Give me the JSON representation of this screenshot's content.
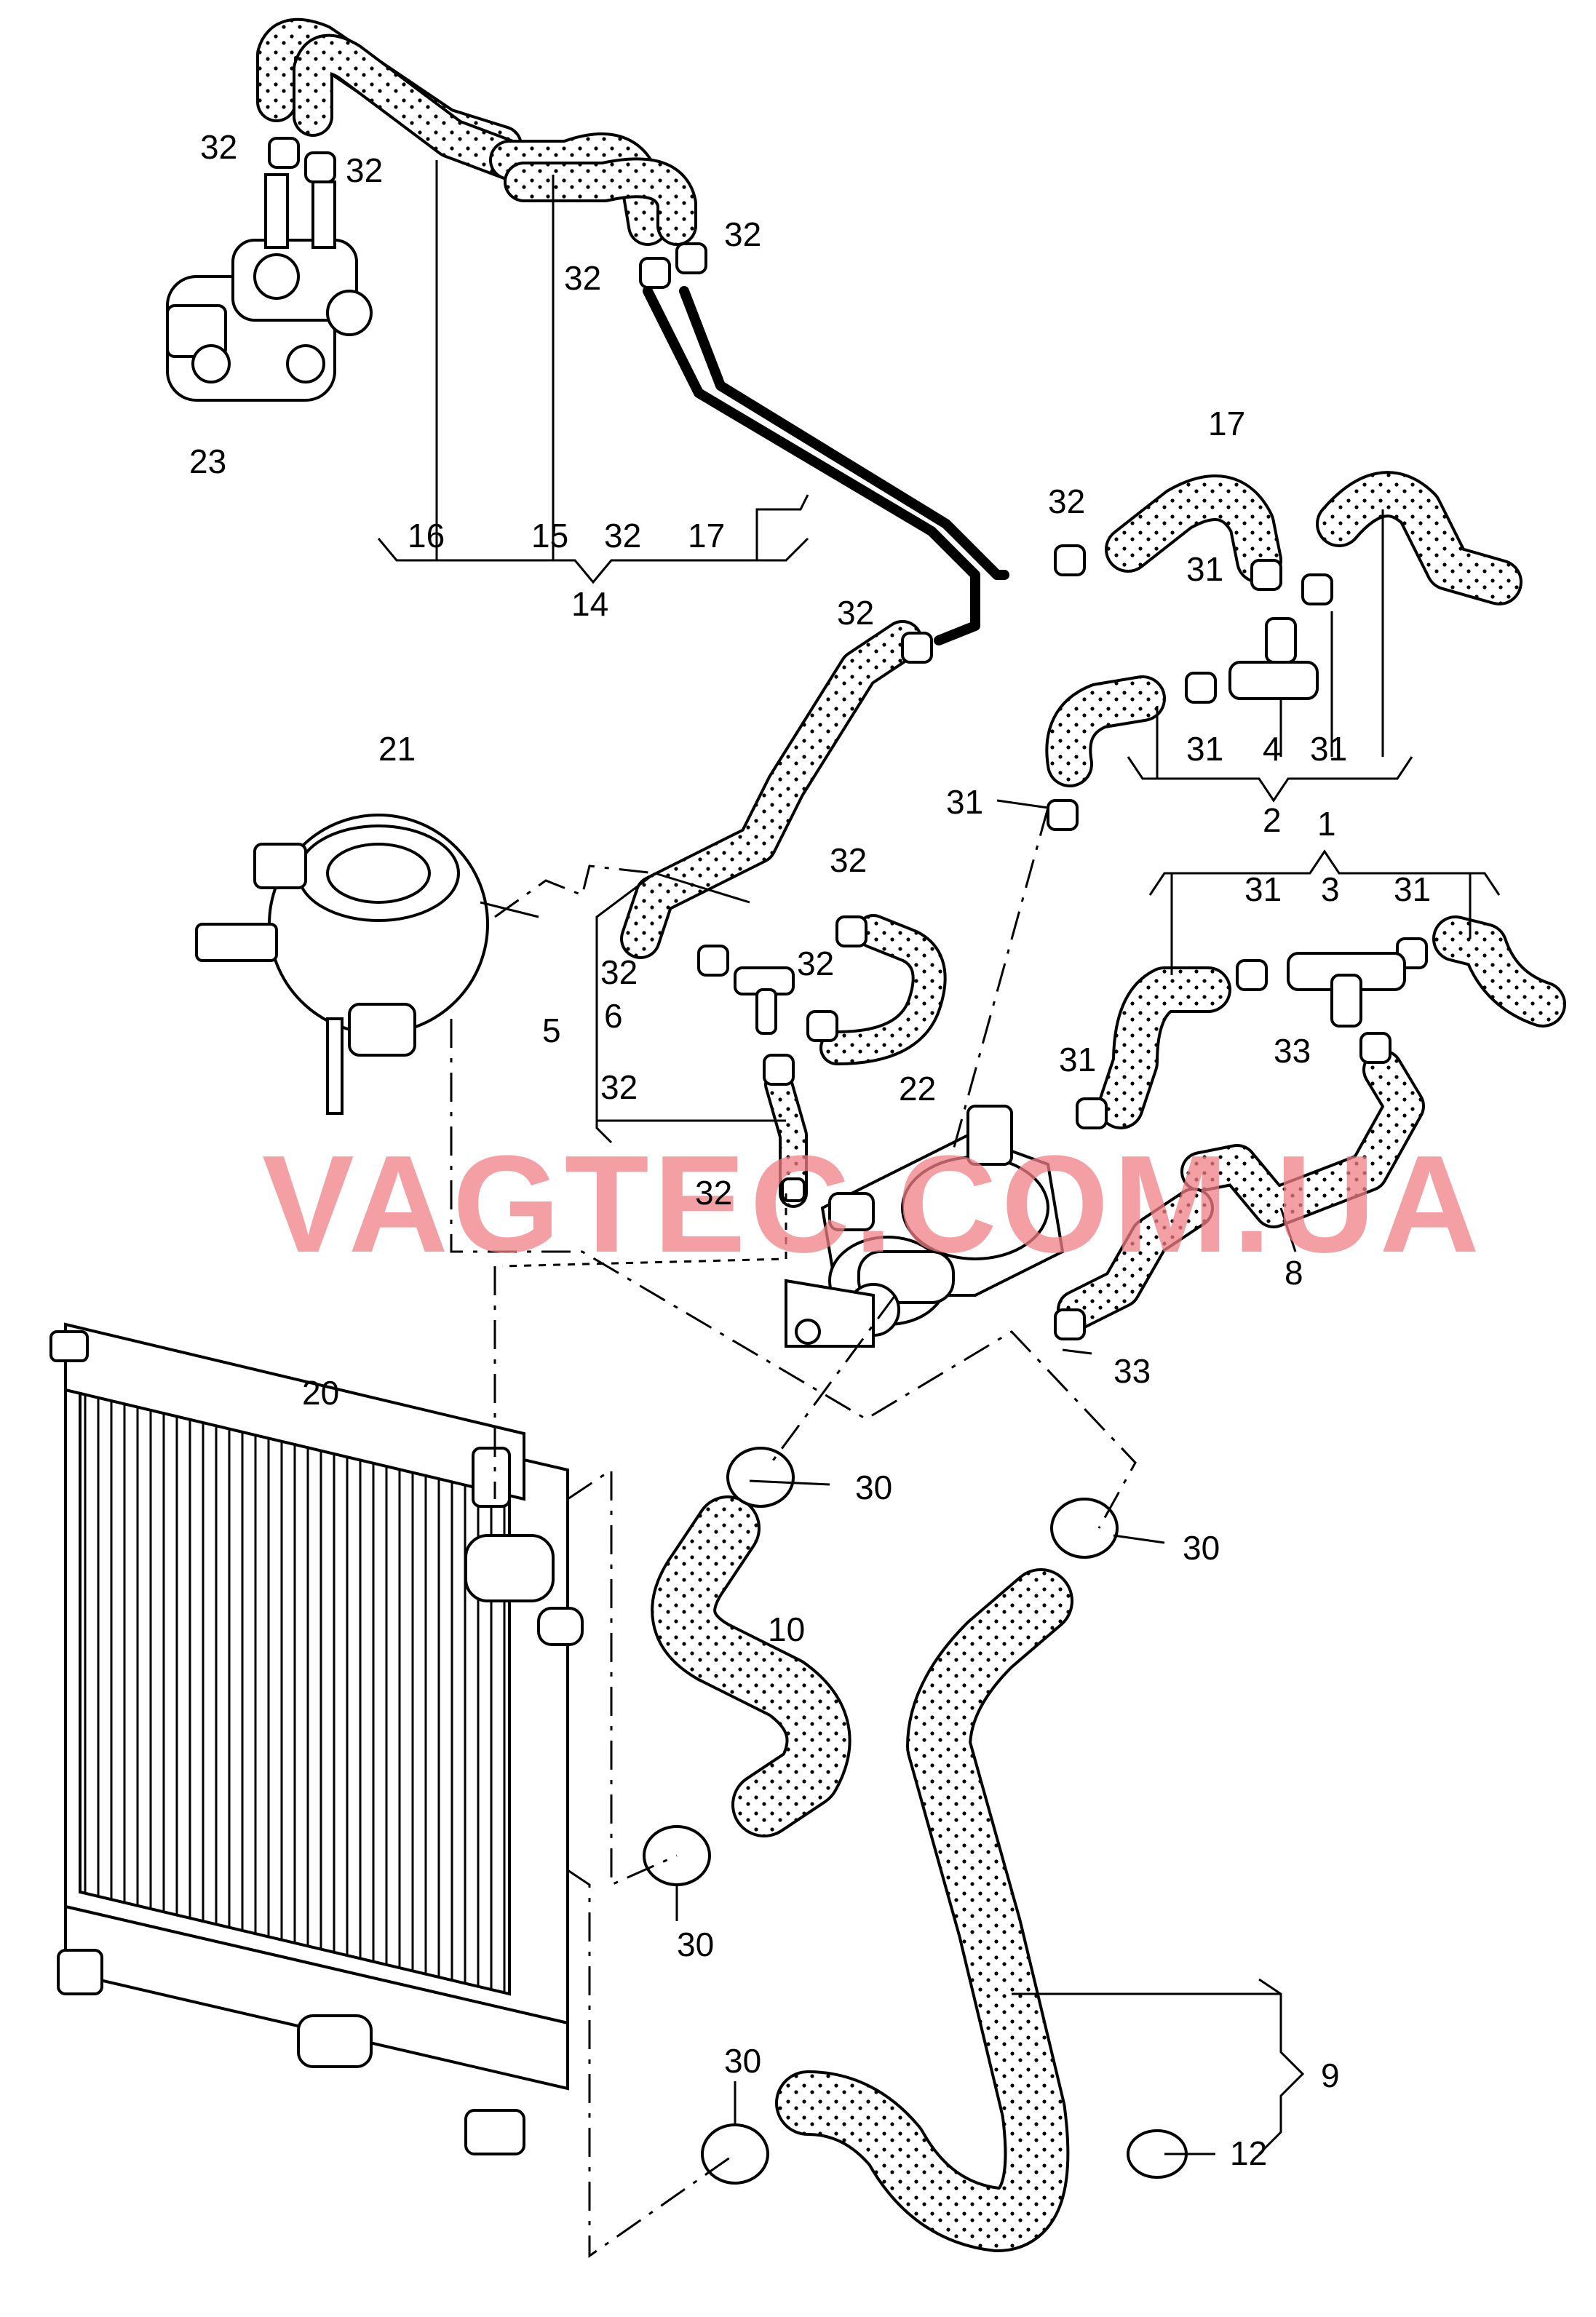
{
  "watermark": "VAGTEC.COM.UA",
  "labels": {
    "l1": "1",
    "l2": "2",
    "l3": "3",
    "l4": "4",
    "l5": "5",
    "l6": "6",
    "l8": "8",
    "l9": "9",
    "l10": "10",
    "l12": "12",
    "l14": "14",
    "l15": "15",
    "l16": "16",
    "l17": "17",
    "l20": "20",
    "l21": "21",
    "l22": "22",
    "l23": "23",
    "l30": "30",
    "l31": "31",
    "l32": "32",
    "l33": "33"
  },
  "colors": {
    "watermark": "#f07f86",
    "hose_texture": "#000000",
    "line": "#000000"
  }
}
